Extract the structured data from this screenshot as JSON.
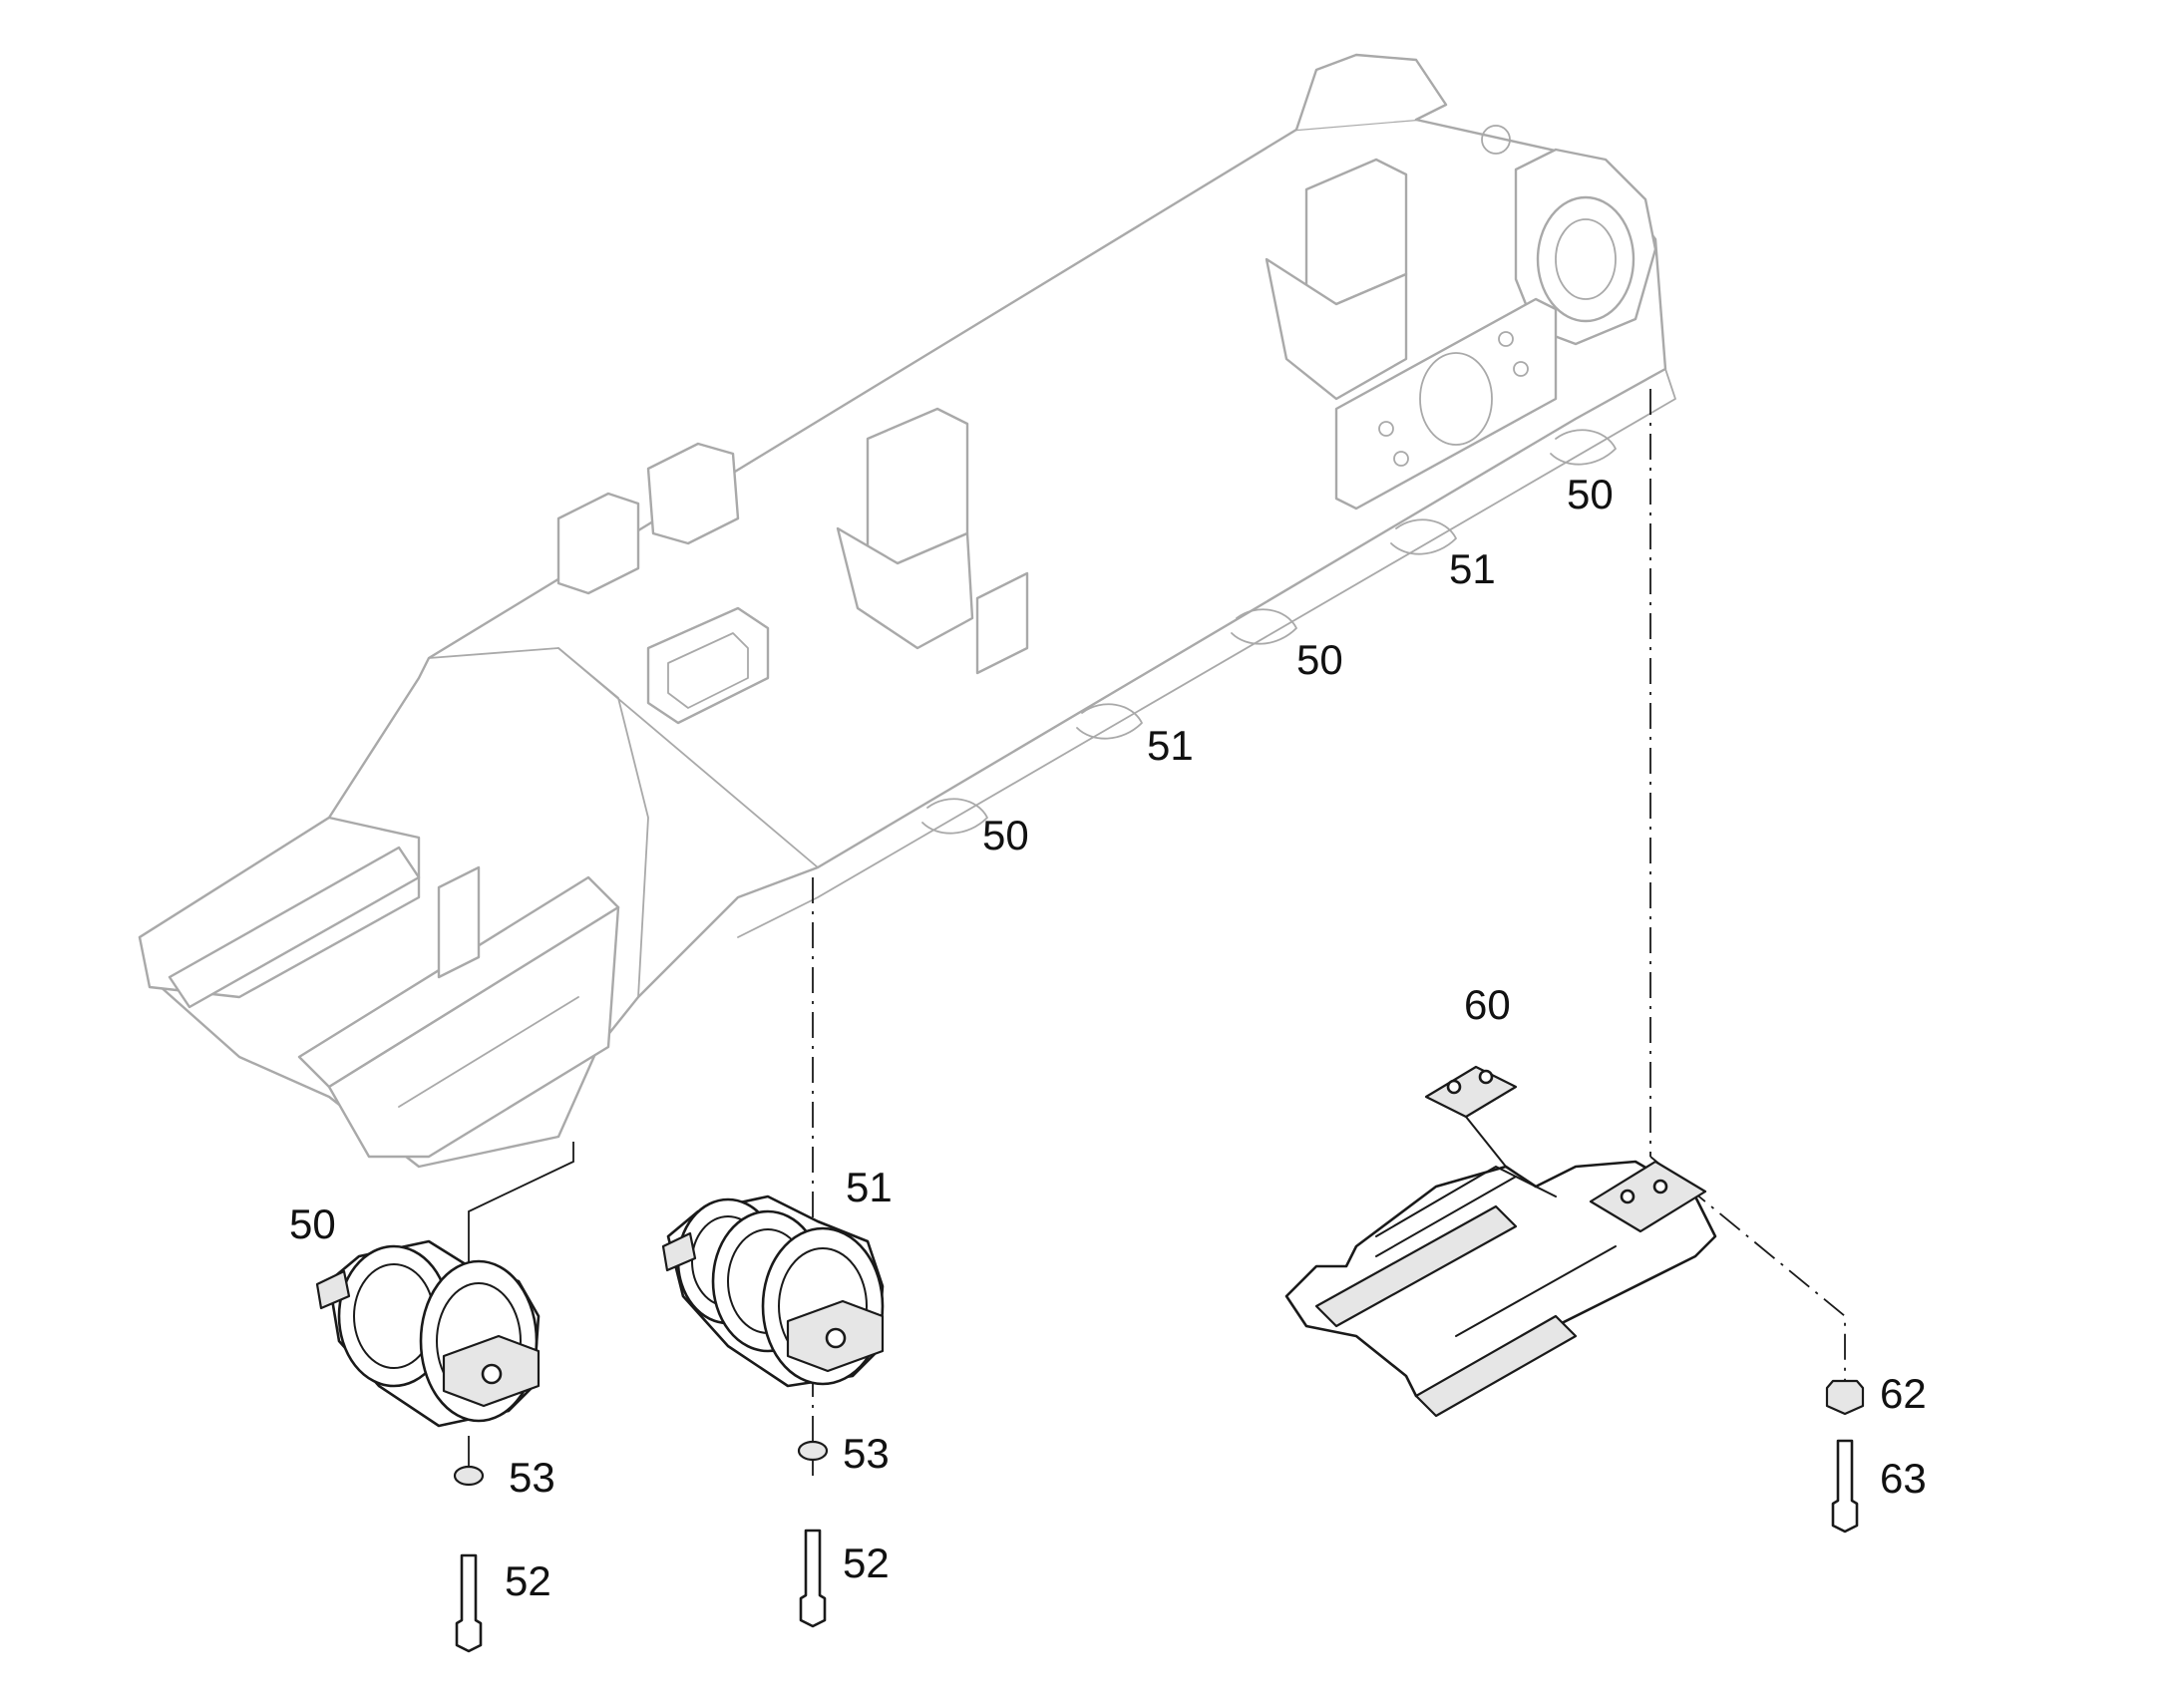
{
  "callouts": {
    "frame_roller_50_right": "50",
    "frame_roller_51_right": "51",
    "frame_roller_50_mid": "50",
    "frame_roller_51_mid": "51",
    "frame_roller_50_left": "50",
    "guard_60": "60",
    "roller_50": "50",
    "roller_51": "51",
    "washer_53_left": "53",
    "bolt_52_left": "52",
    "washer_53_right": "53",
    "bolt_52_right": "52",
    "spacer_62": "62",
    "bolt_63": "63"
  },
  "colors": {
    "frame_outline": "#a9a9a9",
    "part_outline": "#1a1a1a",
    "background": "#ffffff"
  }
}
